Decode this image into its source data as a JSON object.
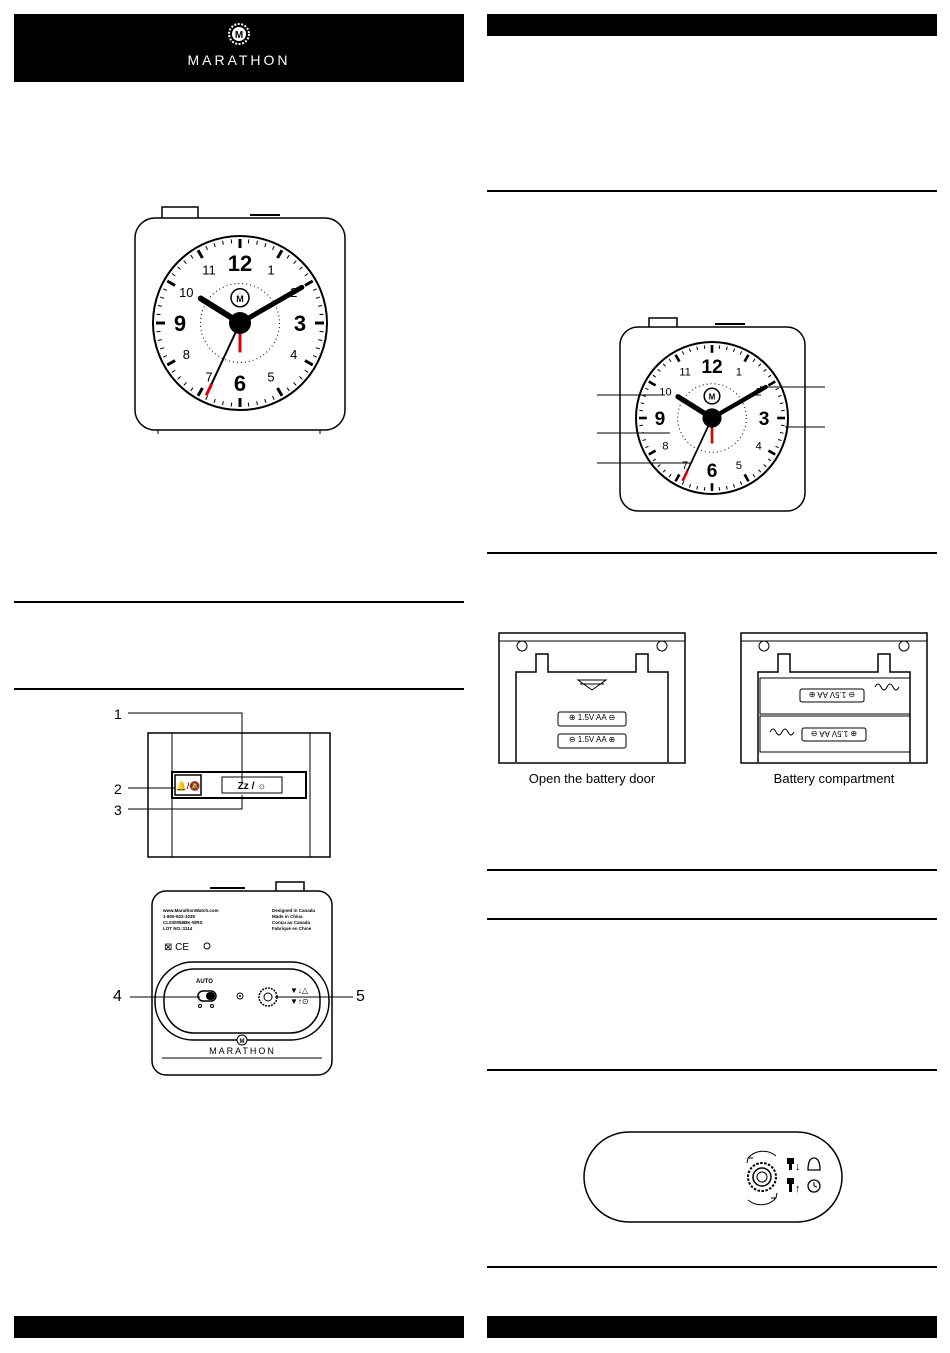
{
  "header": {
    "brand": "MARATHON",
    "logo_letter": "M"
  },
  "clock_face": {
    "numerals": [
      "12",
      "1",
      "2",
      "3",
      "4",
      "5",
      "6",
      "7",
      "8",
      "9",
      "10",
      "11"
    ],
    "brand_letter": "M"
  },
  "callouts": {
    "front": [
      "1",
      "2",
      "3"
    ],
    "back": [
      "4",
      "5"
    ]
  },
  "front_panel": {
    "snooze_label": "Zz / ☼"
  },
  "back_panel": {
    "info_left": [
      "www.MarathonWatch.com",
      "1-800-922-1035",
      "CL030058BK-WRS",
      "LOT NO.:1114"
    ],
    "info_right": [
      "Designed in Canada",
      "Made in China",
      "Conçu au Canada",
      "Fabriqué en Chine"
    ],
    "switch_label": "AUTO",
    "brand": "MARATHON"
  },
  "battery": {
    "label_1": "1.5V AA",
    "label_2": "1.5V AA",
    "caption_open": "Open the battery door",
    "caption_compartment": "Battery compartment"
  }
}
